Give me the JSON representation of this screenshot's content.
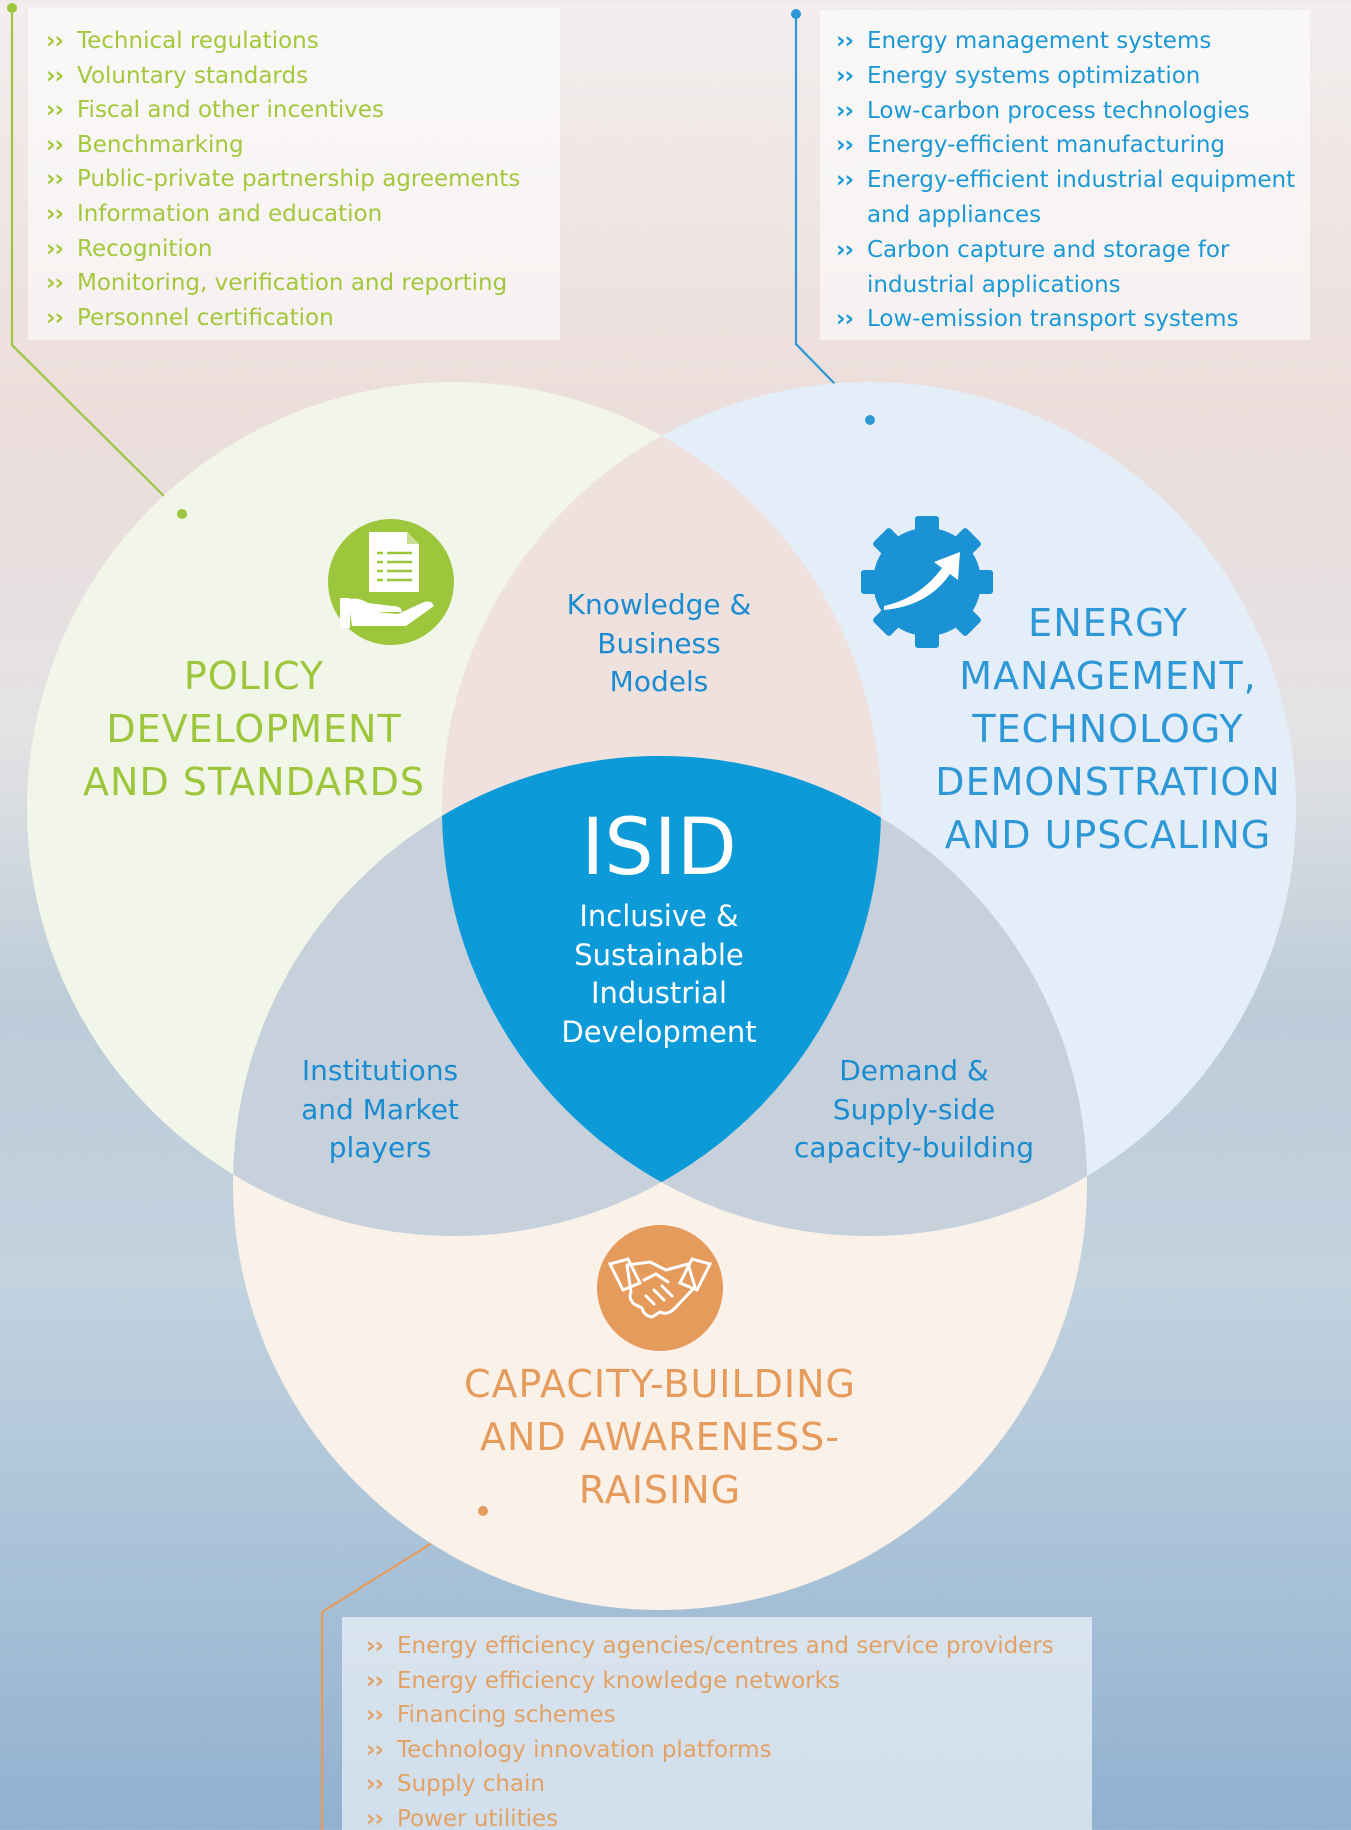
{
  "colors": {
    "policy": "#9cc63c",
    "energy": "#2e98d7",
    "capacity": "#e59b5c",
    "isid": "#0c9ad8",
    "labels": "#1b8ccf"
  },
  "policy": {
    "title": "POLICY DEVELOPMENT AND STANDARDS",
    "title_lines": [
      "POLICY",
      "DEVELOPMENT",
      "AND STANDARDS"
    ],
    "icon": "document-in-hand-icon",
    "items": [
      "Technical regulations",
      "Voluntary standards",
      "Fiscal and other incentives",
      "Benchmarking",
      "Public-private partnership agreements",
      "Information and education",
      "Recognition",
      "Monitoring, verification and reporting",
      "Personnel certification"
    ]
  },
  "energy": {
    "title": "ENERGY MANAGEMENT, TECHNOLOGY DEMONSTRATION AND UPSCALING",
    "title_lines": [
      "ENERGY",
      "MANAGEMENT,",
      "TECHNOLOGY",
      "DEMONSTRATION",
      "AND UPSCALING"
    ],
    "icon": "gear-with-arrow-icon",
    "items": [
      "Energy management systems",
      "Energy systems optimization",
      "Low-carbon process technologies",
      "Energy-efficient manufacturing",
      "Energy-efficient industrial equipment and appliances",
      "Carbon capture and storage for industrial applications",
      "Low-emission transport systems"
    ]
  },
  "capacity": {
    "title": "CAPACITY-BUILDING AND AWARENESS-RAISING",
    "title_lines": [
      "CAPACITY-BUILDING",
      "AND AWARENESS-",
      "RAISING"
    ],
    "icon": "handshake-icon",
    "items": [
      "Energy efficiency agencies/centres and service providers",
      "Energy efficiency knowledge networks",
      "Financing schemes",
      "Technology innovation platforms",
      "Supply chain",
      "Power utilities"
    ]
  },
  "overlaps": {
    "knowledge": [
      "Knowledge &",
      "Business",
      "Models"
    ],
    "institutions": [
      "Institutions",
      "and Market",
      "players"
    ],
    "demand": [
      "Demand &",
      "Supply-side",
      "capacity-building"
    ]
  },
  "isid": {
    "title": "ISID",
    "subtitle": [
      "Inclusive &",
      "Sustainable",
      "Industrial",
      "Development"
    ]
  },
  "bullet": "››"
}
